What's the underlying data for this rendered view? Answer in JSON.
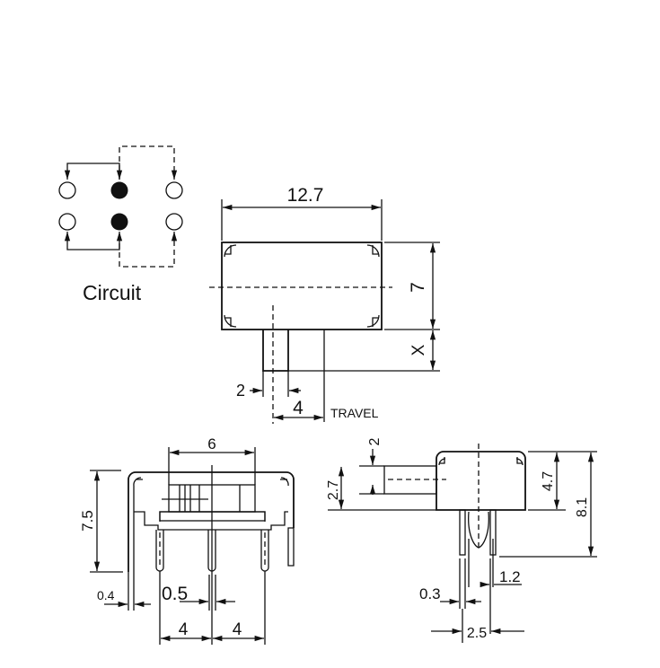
{
  "circuit": {
    "label": "Circuit"
  },
  "top_view": {
    "width": "12.7",
    "height": "7",
    "actuator_length": "X",
    "actuator_width": "2",
    "travel": "4",
    "travel_label": "TRAVEL"
  },
  "front_view": {
    "actuator_span": "6",
    "height": "7.5",
    "leg_thickness": "0.4",
    "pin_width": "0.5",
    "pitch_left": "4",
    "pitch_right": "4"
  },
  "side_view": {
    "actuator_height": "2",
    "actuator_offset": "2.7",
    "body_height": "4.7",
    "total_height": "8.1",
    "pin_thickness": "0.3",
    "pin_width": "1.2",
    "pin_spacing": "2.5"
  }
}
